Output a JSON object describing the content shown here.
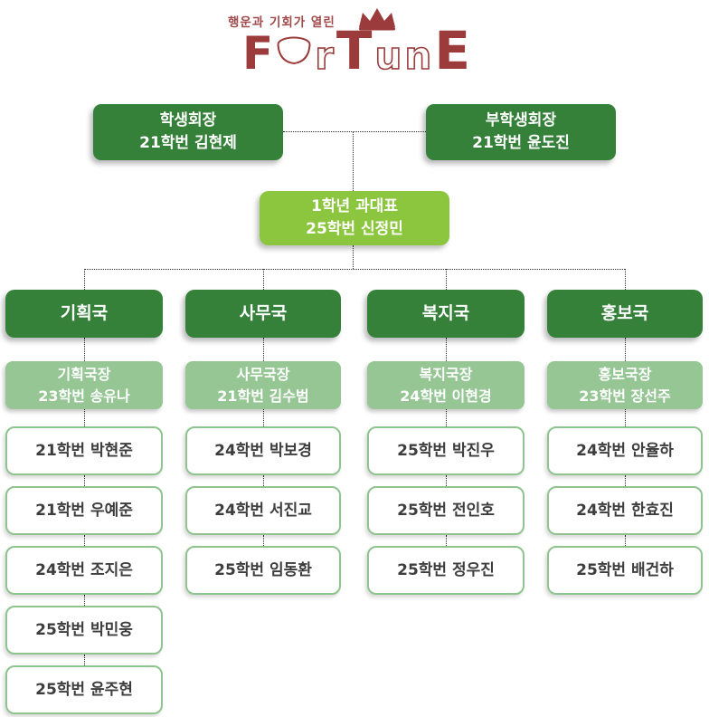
{
  "logo": {
    "tagline": "행운과 기회가 열린",
    "brand": "FortunE",
    "letters": [
      "F",
      "o",
      "r",
      "T",
      "u",
      "n",
      "E"
    ],
    "brand_color": "#9B3B3B"
  },
  "leadership": {
    "president": {
      "title": "학생회장",
      "name": "21학번 김현제"
    },
    "vice_president": {
      "title": "부학생회장",
      "name": "21학번 윤도진"
    },
    "class_rep": {
      "title": "1학년 과대표",
      "name": "25학번 신정민"
    }
  },
  "departments": [
    {
      "name": "기획국",
      "director": {
        "title": "기획국장",
        "name": "23학번 송유나"
      },
      "members": [
        "21학번 박현준",
        "21학번 우예준",
        "24학번 조지은",
        "25학번 박민웅",
        "25학번 윤주현"
      ]
    },
    {
      "name": "사무국",
      "director": {
        "title": "사무국장",
        "name": "21학번 김수범"
      },
      "members": [
        "24학번 박보경",
        "24학번 서진교",
        "25학번 임동환"
      ]
    },
    {
      "name": "복지국",
      "director": {
        "title": "복지국장",
        "name": "24학번 이현경"
      },
      "members": [
        "25학번 박진우",
        "25학번 전인호",
        "25학번 정우진"
      ]
    },
    {
      "name": "홍보국",
      "director": {
        "title": "홍보국장",
        "name": "23학번 장선주"
      },
      "members": [
        "24학번 안율하",
        "24학번 한효진",
        "25학번 배건하"
      ]
    }
  ],
  "colors": {
    "box_dark_green": "#35813A",
    "box_light_green": "#8CC63F",
    "box_pale_green": "#95C694",
    "member_border_green": "#8FC48F",
    "member_text": "#3d3d3d",
    "connector": "#2b2b2b",
    "brand_maroon": "#9B3B3B"
  }
}
